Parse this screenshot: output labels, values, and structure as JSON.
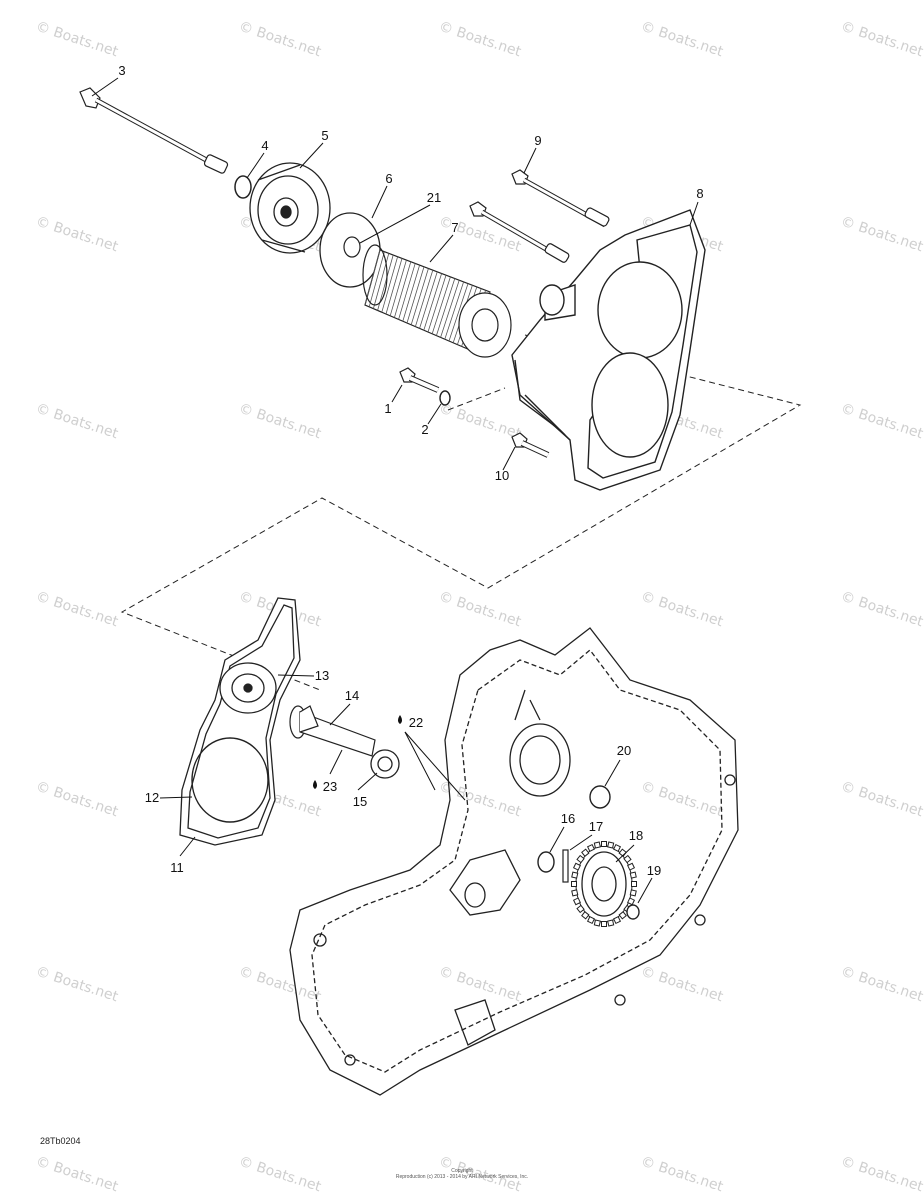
{
  "watermark": "© Boats.net",
  "part_callouts": [
    "1",
    "2",
    "3",
    "4",
    "5",
    "6",
    "7",
    "8",
    "9",
    "10",
    "11",
    "12",
    "13",
    "14",
    "15",
    "16",
    "17",
    "18",
    "19",
    "20",
    "21",
    "22",
    "23"
  ],
  "drawing_code": "28Tb0204",
  "copyright": {
    "line1": "Copyright",
    "line2": "Reproduction (c) 2013 - 2014 by ARI Network Services, Inc."
  }
}
